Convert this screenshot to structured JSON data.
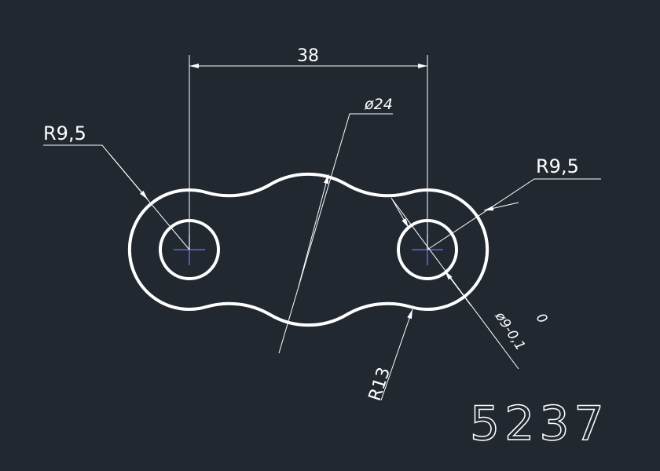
{
  "drawing": {
    "dim_center_distance": "38",
    "dim_center_diameter": "ø24",
    "dim_left_radius": "R9,5",
    "dim_right_radius": "R9,5",
    "dim_hole_diameter": "ø9-0,1",
    "dim_hole_tolerance_upper": "0",
    "dim_concave_radius": "R13",
    "drawing_number": "5237"
  },
  "colors": {
    "background": "#212830",
    "line": "#ffffff",
    "centerline": "#5a6be0"
  }
}
